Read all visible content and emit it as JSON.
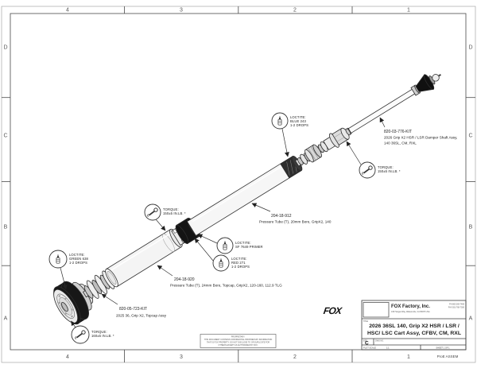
{
  "sheet": {
    "cols": [
      "4",
      "3",
      "2",
      "1"
    ],
    "rows": [
      "D",
      "C",
      "B",
      "A"
    ]
  },
  "callouts": [
    {
      "icon": "loctite-bottle",
      "lines": [
        "LOCTITE:",
        "GREEN 638",
        "1-2 DROPS"
      ]
    },
    {
      "icon": "torque-wrench",
      "lines": [
        "TORQUE:",
        "160±5 IN.LB. *"
      ]
    },
    {
      "icon": "torque-wrench",
      "lines": [
        "TORQUE:",
        "150±5 IN.LB. *"
      ]
    },
    {
      "icon": "loctite-bottle",
      "lines": [
        "LOCTITE:",
        "SF 7649 PRIMER"
      ]
    },
    {
      "icon": "loctite-bottle",
      "lines": [
        "LOCTITE:",
        "RED 271",
        "1-2 DROPS"
      ]
    },
    {
      "icon": "loctite-bottle",
      "lines": [
        "LOCTITE:",
        "BLUE 243",
        "1-2 DROPS"
      ]
    },
    {
      "icon": "torque-wrench",
      "lines": [
        "TORQUE:",
        "150±5 IN.LB. *"
      ]
    }
  ],
  "part_labels": [
    {
      "lines": [
        "820-03-776-KIT",
        "2026 Grip X2 HSR / LSR Damper Shaft Assy,",
        "140 36SL, CM, RXL"
      ]
    },
    {
      "lines": [
        "204-18-912",
        "Pressure Tube (T), 20mm Bore, GripX2, 140"
      ]
    },
    {
      "lines": [
        "204-18-920",
        "Pressure Tube (T), 24mm Bore, Topcap, GripX2, 120-160, 112.9 TLG"
      ]
    },
    {
      "lines": [
        "820-05-723-KIT",
        "2025 36, Grip X2, Topcap Assy"
      ]
    }
  ],
  "title_block": {
    "logo": "FOX",
    "company": "FOX Factory, Inc.",
    "address": "130 Hangar Way, Watsonville, CA 95076 USA",
    "phone": "PH 800-369-7469",
    "fax": "FAX 831-768-7026",
    "type_label": "TITLE",
    "title_line1": "2026 36SL 140, Grip X2 HSR / LSR /",
    "title_line2": "HSC/ LSC Cart Assy, CFBV, CM, RXL",
    "size_label": "SIZE",
    "size": "C",
    "dwg_label": "DWG NO.",
    "scale_label": "PLOT SCALE",
    "scale": "1:1",
    "sheet_text": "SHEET 1 OF 1",
    "footer_note": "ProE ASSEM"
  },
  "proprietary_lines": [
    "PROPRIETARY:",
    "THIS DOCUMENT CONTAINS CONFIDENTIAL PROPRIETARY INFORMATION",
    "THAT IS FOX PROPERTY.  DO NOT DISCLOSE TO OR DUPLICATE FOR",
    "OTHERS EXCEPT AS AUTHORIZED BY FOX."
  ]
}
